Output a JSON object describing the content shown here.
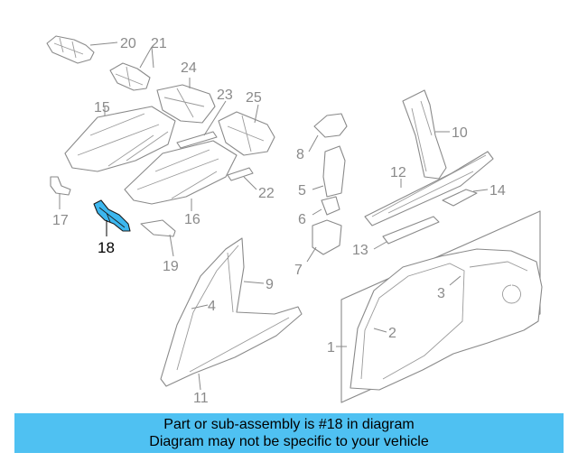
{
  "diagram": {
    "highlight_color": "#3cb7ef",
    "callouts": {
      "c1": "1",
      "c2": "2",
      "c3": "3",
      "c4": "4",
      "c5": "5",
      "c6": "6",
      "c7": "7",
      "c8": "8",
      "c9": "9",
      "c10": "10",
      "c11": "11",
      "c12": "12",
      "c13": "13",
      "c14": "14",
      "c15": "15",
      "c16": "16",
      "c17": "17",
      "c18": "18",
      "c19": "19",
      "c20": "20",
      "c21": "21",
      "c22": "22",
      "c23": "23",
      "c24": "24",
      "c25": "25"
    },
    "highlighted_part": "18"
  },
  "banner": {
    "line1": "Part or sub-assembly is #18 in diagram",
    "line2": "Diagram may not be specific to your vehicle",
    "color": "#4fc1f2"
  }
}
